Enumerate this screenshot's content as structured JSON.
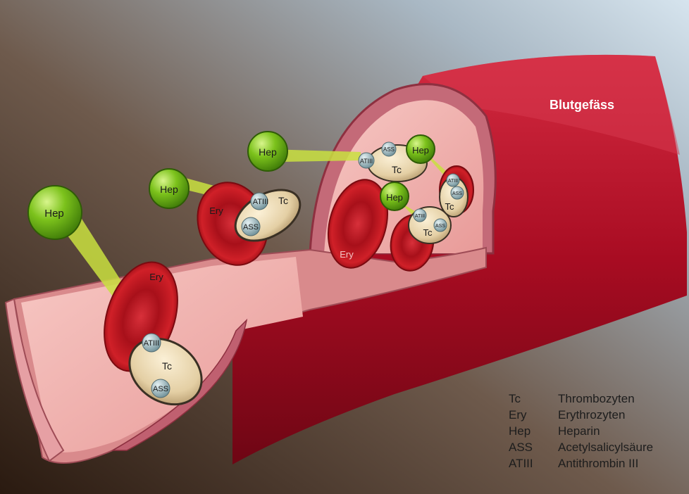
{
  "title": "Blutgefäss",
  "labels": {
    "hep": "Hep",
    "ery": "Ery",
    "tc": "Tc",
    "ass": "ASS",
    "atiii": "ATIII"
  },
  "legend": [
    {
      "abbr": "Tc",
      "term": "Thrombozyten"
    },
    {
      "abbr": "Ery",
      "term": "Erythrozyten"
    },
    {
      "abbr": "Hep",
      "term": "Heparin"
    },
    {
      "abbr": "ASS",
      "term": "Acetylsalicylsäure"
    },
    {
      "abbr": "ATIII",
      "term": "Antithrombin III"
    }
  ],
  "colors": {
    "vessel": "#b0102a",
    "heparin": "#7cc21c",
    "erythrocyte": "#c0141c",
    "thrombocyte": "#e8d6b0",
    "receptor": "#9cb8c0"
  }
}
